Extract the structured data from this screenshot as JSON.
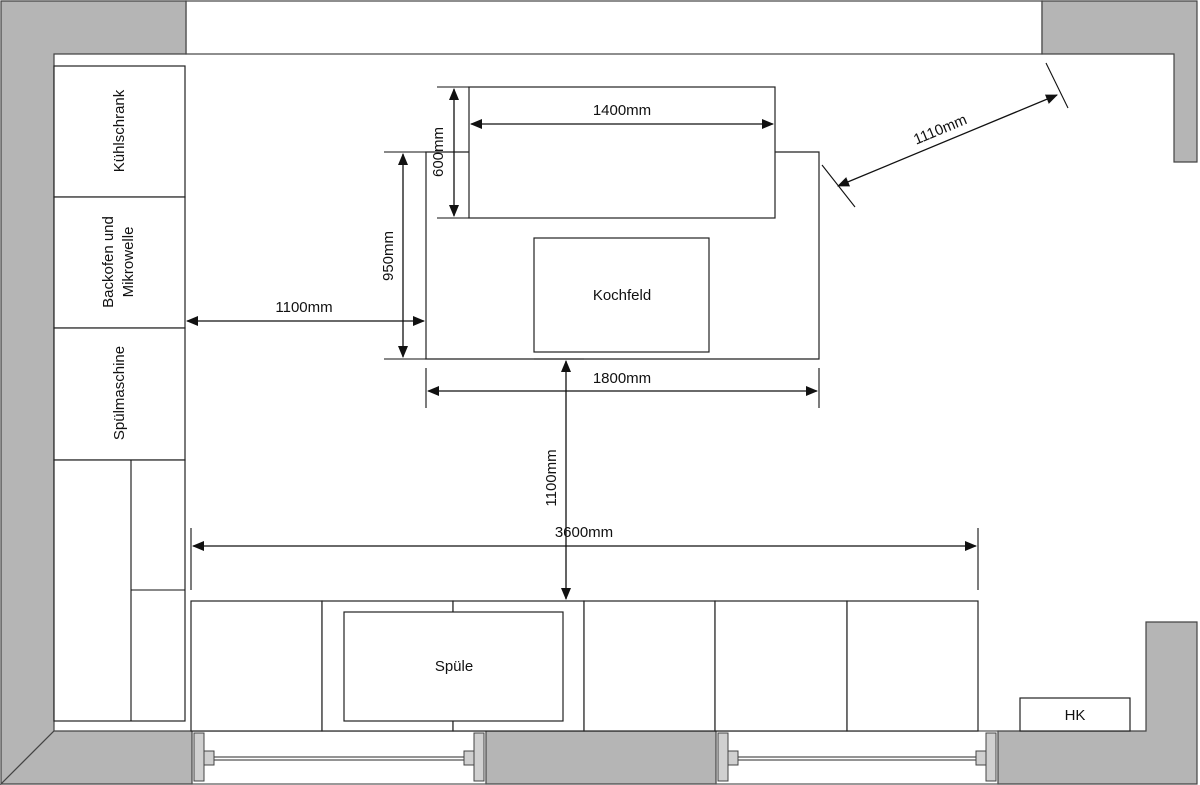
{
  "appliances": {
    "fridge": "Kühlschrank",
    "oven_line1": "Backofen und",
    "oven_line2": "Mikrowelle",
    "dishwasher": "Spülmaschine",
    "hob": "Kochfeld",
    "sink": "Spüle",
    "radiator": "HK"
  },
  "dimensions": {
    "island_top_width": "1400mm",
    "island_top_depth": "600mm",
    "island_depth": "950mm",
    "island_width": "1800mm",
    "aisle_left": "1100mm",
    "aisle_front": "1100mm",
    "diagonal": "1110mm",
    "counter_length": "3600mm"
  }
}
